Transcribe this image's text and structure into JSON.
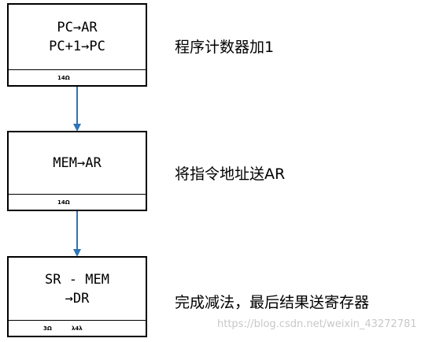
{
  "steps": [
    {
      "lines": [
        "PC→AR",
        "PC+1→PC"
      ],
      "address_left": "",
      "address_right": "14Ω",
      "description": "程序计数器加1"
    },
    {
      "lines": [
        "MEM→AR"
      ],
      "address_left": "",
      "address_right": "14Ω",
      "description": "将指令地址送AR"
    },
    {
      "lines": [
        "SR - MEM",
        "→DR"
      ],
      "address_left": "3Ω",
      "address_right": "λ4λ",
      "description": "完成减法，最后结果送寄存器"
    }
  ],
  "arrow_color": "#2f75b5",
  "watermark": "https://blog.csdn.net/weixin_43272781"
}
